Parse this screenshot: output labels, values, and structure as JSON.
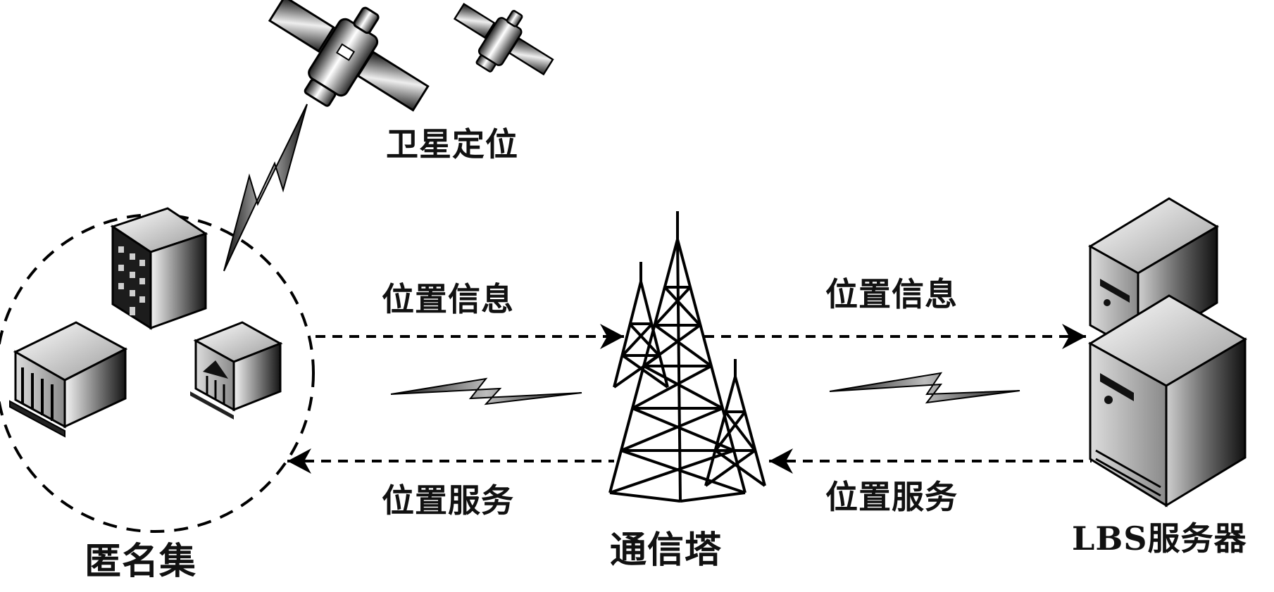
{
  "labels": {
    "satellite": "卫星定位",
    "location_info_left": "位置信息",
    "location_info_right": "位置信息",
    "location_service_left": "位置服务",
    "location_service_right": "位置服务",
    "anonymity_set": "匿名集",
    "tower": "通信塔",
    "server": "LBS服务器"
  },
  "icons": [
    "satellite-icon",
    "building-icon",
    "house-icon",
    "bank-icon",
    "tower-icon",
    "server-icon",
    "signal-bolt-icon"
  ]
}
